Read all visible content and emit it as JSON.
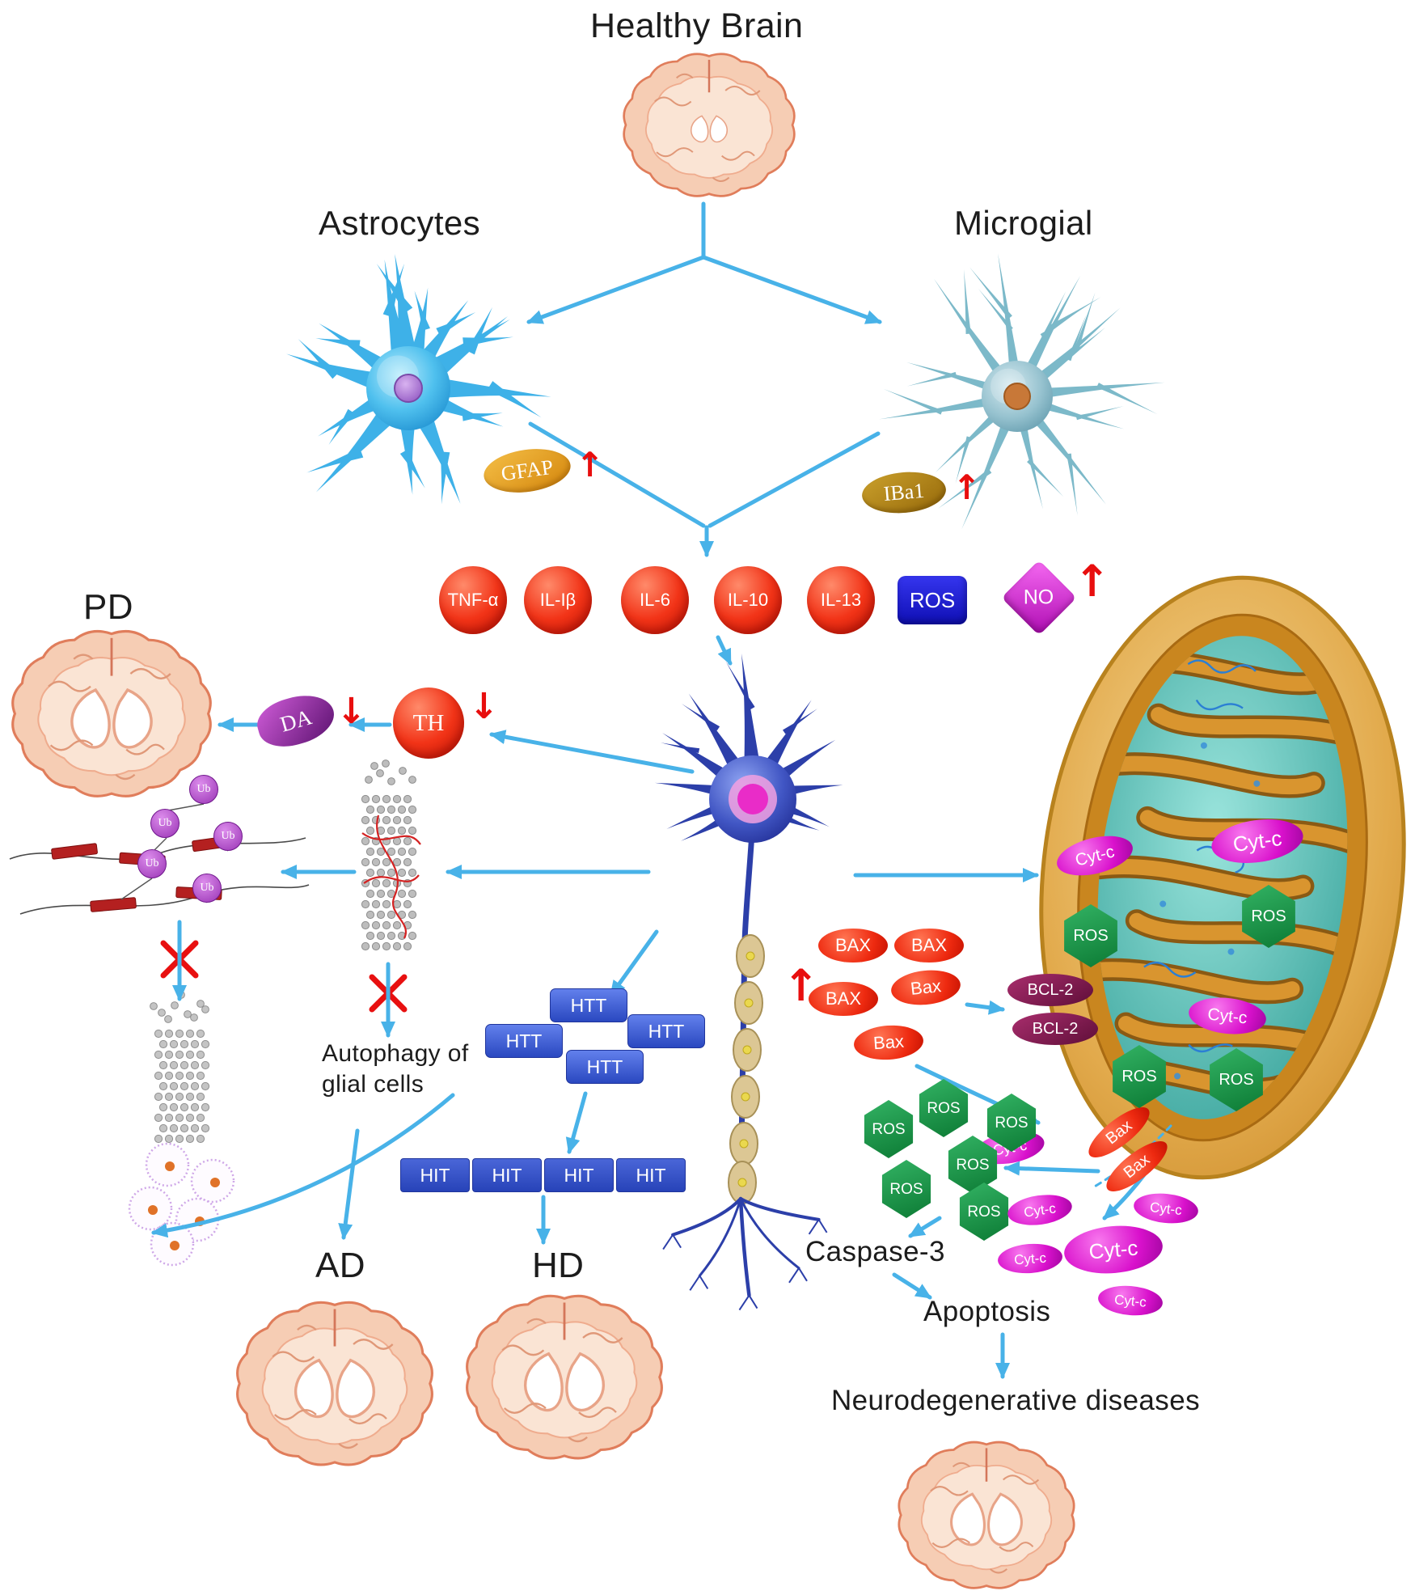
{
  "title": "Healthy Brain",
  "labels": {
    "astrocytes": "Astrocytes",
    "microglia": "Microgial",
    "pd": "PD",
    "ad": "AD",
    "hd": "HD",
    "autophagy_line1": "Autophagy of",
    "autophagy_line2": "glial cells",
    "caspase": "Caspase-3",
    "apoptosis": "Apoptosis",
    "outcome": "Neurodegenerative diseases"
  },
  "markers": {
    "gfap": "GFAP",
    "iba1": "IBa1",
    "da": "DA",
    "th": "TH",
    "ub": "Ub",
    "htt": "HTT",
    "hit": "HIT",
    "bcl2": "BCL-2",
    "ros": "ROS",
    "cytc": "Cyt-c",
    "bax_group": [
      "BAX",
      "BAX",
      "BAX",
      "Bax",
      "Bax"
    ],
    "bax_channel": "Bax"
  },
  "cytokines": [
    {
      "label": "TNF-α"
    },
    {
      "label": "IL-Iβ"
    },
    {
      "label": "IL-6"
    },
    {
      "label": "IL-10"
    },
    {
      "label": "IL-13"
    },
    {
      "label": "ROS"
    },
    {
      "label": "NO"
    }
  ],
  "glyphs": {
    "up": "↑",
    "down": "↓"
  },
  "colors": {
    "arrow_blue": "#48b2e8",
    "cytokine_red": "#ee2a12",
    "ros_blue": "#2121d6",
    "no_magenta": "#c818c8",
    "gfap_gold": "#e2a024",
    "iba1_gold": "#b0800e",
    "ros_green": "#189a44",
    "cytc_magenta": "#d614c8",
    "bcl2_plum": "#8e2060",
    "alert_red": "#e80e0e"
  }
}
